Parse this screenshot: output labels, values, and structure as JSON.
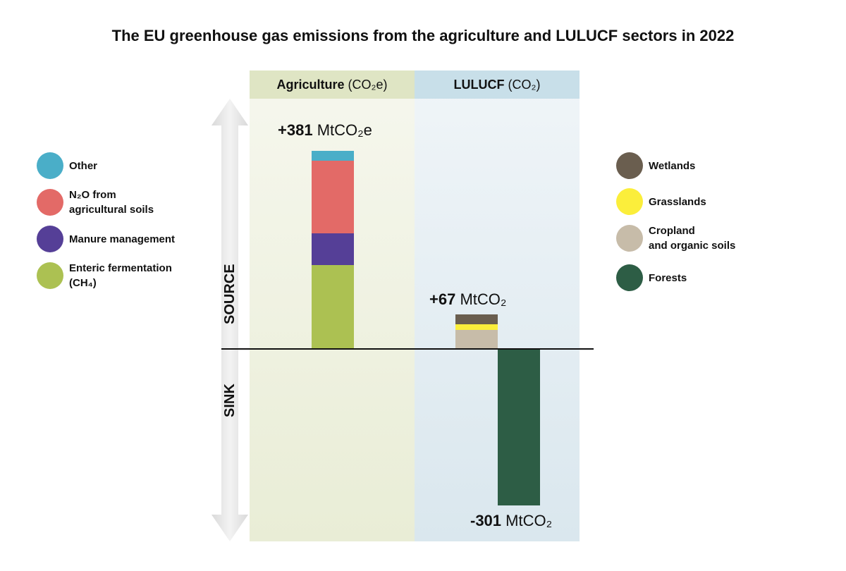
{
  "chart_data": {
    "type": "bar",
    "stacked": true,
    "title": "The EU greenhouse gas emissions from the agriculture and LULUCF sectors in 2022",
    "categories": [
      {
        "label": "Agriculture",
        "unit": "(CO₂e)"
      },
      {
        "label": "LULUCF",
        "unit": "(CO₂)"
      }
    ],
    "axis_labels": {
      "positive": "SOURCE",
      "negative": "SINK"
    },
    "series": [
      {
        "name": "Enteric fermentation (CH₄)",
        "category": "Agriculture",
        "value": 161,
        "color": "#acc152"
      },
      {
        "name": "Manure management",
        "category": "Agriculture",
        "value": 61,
        "color": "#553f97"
      },
      {
        "name": "N₂O from agricultural soils",
        "category": "Agriculture",
        "value": 140,
        "color": "#e36a67"
      },
      {
        "name": "Other",
        "category": "Agriculture",
        "value": 19,
        "color": "#4aaec8"
      },
      {
        "name": "Cropland and organic soils",
        "category": "LULUCF",
        "value": 36,
        "color": "#c7bca9"
      },
      {
        "name": "Grasslands",
        "category": "LULUCF",
        "value": 12,
        "color": "#fbee3b"
      },
      {
        "name": "Wetlands",
        "category": "LULUCF",
        "value": 19,
        "color": "#6a5e4f"
      },
      {
        "name": "Forests",
        "category": "LULUCF",
        "value": -301,
        "color": "#2d5d45"
      }
    ],
    "totals": [
      {
        "value": "+381",
        "unit": "MtCO₂e"
      },
      {
        "value": "+67",
        "unit": "MtCO₂"
      },
      {
        "value": "-301",
        "unit": "MtCO₂"
      }
    ],
    "legend_left": [
      {
        "line1": "Other",
        "line2": "",
        "color": "#4aaec8"
      },
      {
        "line1": "N₂O from",
        "line2": "agricultural soils",
        "color": "#e36a67"
      },
      {
        "line1": "Manure management",
        "line2": "",
        "color": "#553f97"
      },
      {
        "line1": "Enteric fermentation",
        "line2": "(CH₄)",
        "color": "#acc152"
      }
    ],
    "legend_right": [
      {
        "line1": "Wetlands",
        "line2": "",
        "color": "#6a5e4f"
      },
      {
        "line1": "Grasslands",
        "line2": "",
        "color": "#fbee3b"
      },
      {
        "line1": "Cropland",
        "line2": "and organic soils",
        "color": "#c7bca9"
      },
      {
        "line1": "Forests",
        "line2": "",
        "color": "#2d5d45"
      }
    ]
  }
}
